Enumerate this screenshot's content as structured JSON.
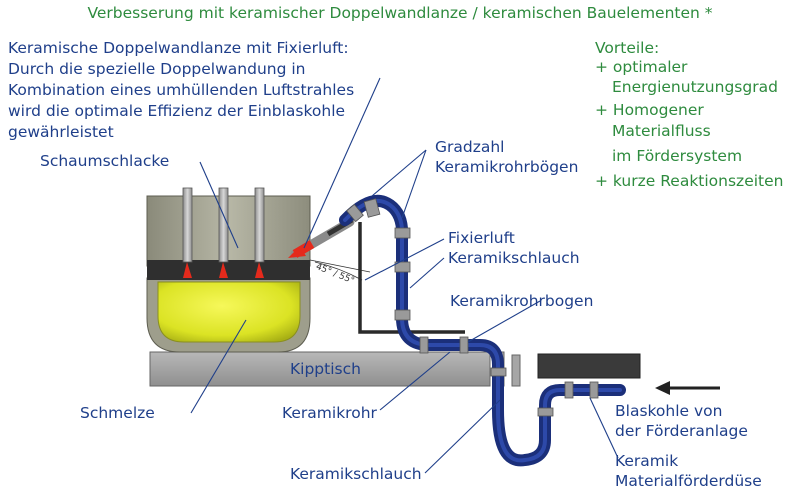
{
  "title": "Verbesserung mit keramischer Doppelwandlanze / keramischen Bauelementen *",
  "description_lines": [
    "Keramische Doppelwandlanze mit Fixierluft:",
    "Durch die spezielle Doppelwandung in",
    "Kombination eines umhüllenden Luftstrahles",
    "wird die optimale Effizienz der Einblaskohle",
    "gewährleistet"
  ],
  "advantages": {
    "heading": "Vorteile:",
    "lines": [
      "+ optimaler",
      "Energienutzungsgrad",
      "+ Homogener",
      "Materialfluss",
      "im Fördersystem",
      "+ kurze Reaktionszeiten"
    ]
  },
  "labels": {
    "schaumschlacke": "Schaumschlacke",
    "gradzahl_1": "Gradzahl",
    "gradzahl_2": "Keramikrohrbögen",
    "fixierluft": "Fixierluft",
    "keramikschlauch_top": "Keramikschlauch",
    "keramikrohrbogen": "Keramikrohrbogen",
    "kipptisch": "Kipptisch",
    "schmelze": "Schmelze",
    "keramikrohr": "Keramikrohr",
    "blaskohle_1": "Blaskohle von",
    "blaskohle_2": "der Förderanlage",
    "keramikschlauch_bottom": "Keramikschlauch",
    "duese_1": "Keramik",
    "duese_2": "Materialförderdüse",
    "angle": "45° / 55°"
  },
  "colors": {
    "text_blue": "#1f3f8a",
    "text_green": "#2e8b3e",
    "pipe_blue": "#1e3f9a",
    "slag": "#2f2f2f",
    "melt": "#e8ef2a",
    "lance_red": "#e52a1c"
  }
}
